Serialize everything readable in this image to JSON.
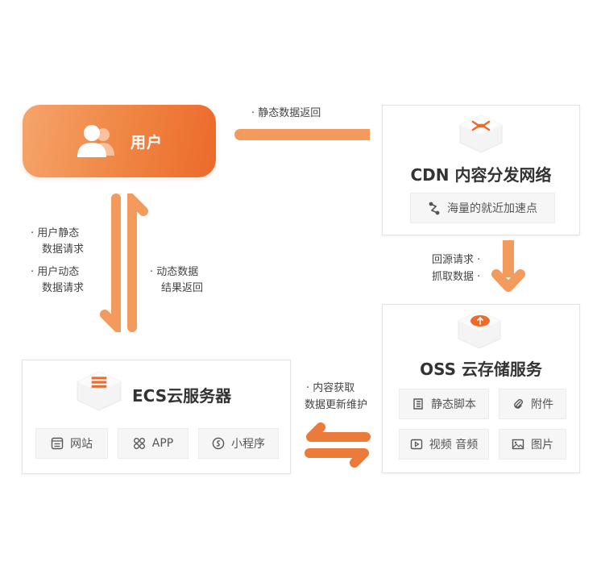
{
  "accent_color": "#f08a48",
  "user": {
    "label": "用户",
    "icon": "users-icon"
  },
  "edges": {
    "cdn_to_user": "· 静态数据返回",
    "user_to_ecs_1a": "· 用户静态",
    "user_to_ecs_1b": "数据请求",
    "user_to_ecs_2a": "· 用户动态",
    "user_to_ecs_2b": "数据请求",
    "ecs_to_user_a": "· 动态数据",
    "ecs_to_user_b": "结果返回",
    "cdn_to_oss_a": "回源请求 ·",
    "cdn_to_oss_b": "抓取数据 ·",
    "ecs_oss_a": "· 内容获取",
    "ecs_oss_b": "数据更新维护"
  },
  "cdn": {
    "title": "CDN 内容分发网络",
    "icon": "cdn-network-icon",
    "chips": [
      {
        "label": "海量的就近加速点",
        "icon": "nodes-icon"
      }
    ]
  },
  "oss": {
    "title": "OSS 云存储服务",
    "icon": "cloud-upload-icon",
    "chips": [
      {
        "label": "静态脚本",
        "icon": "script-icon"
      },
      {
        "label": "附件",
        "icon": "paperclip-icon"
      },
      {
        "label": "视频 音频",
        "icon": "video-play-icon"
      },
      {
        "label": "图片",
        "icon": "image-icon"
      }
    ]
  },
  "ecs": {
    "title": "ECS云服务器",
    "icon": "server-icon",
    "chips": [
      {
        "label": "网站",
        "icon": "website-icon"
      },
      {
        "label": "APP",
        "icon": "app-grid-icon"
      },
      {
        "label": "小程序",
        "icon": "mini-program-icon"
      }
    ]
  }
}
